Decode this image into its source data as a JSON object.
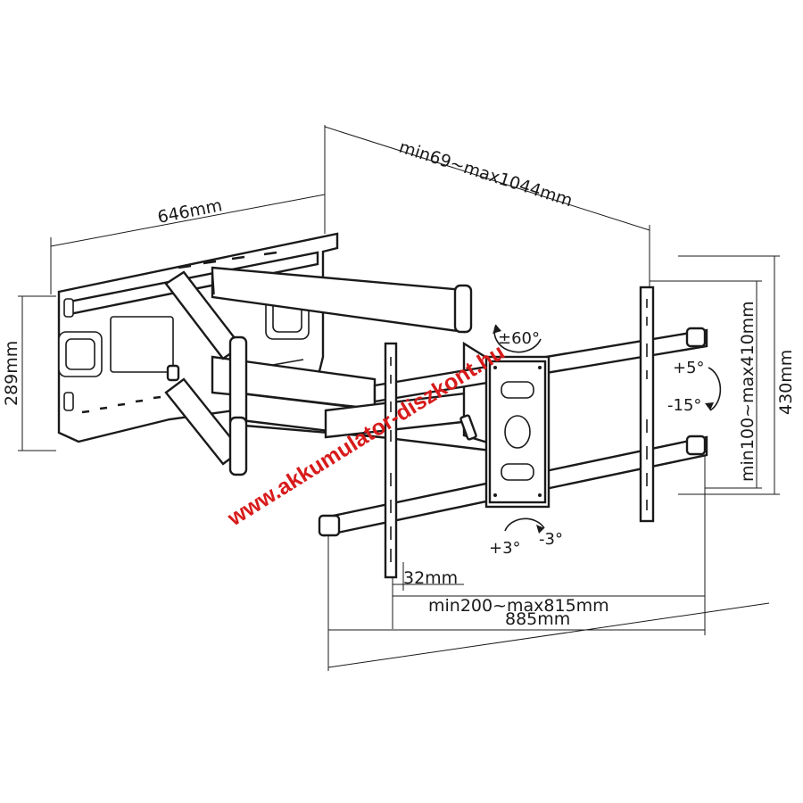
{
  "dimensions": {
    "wall_plate_width": "646mm",
    "wall_plate_height": "289mm",
    "extension": "min69~max1044mm",
    "vertical_rail_span": "min100~max410mm",
    "total_height": "430mm",
    "rail_offset": "32mm",
    "horizontal_rail_span": "min200~max815mm",
    "total_width": "885mm"
  },
  "angles": {
    "swivel": "±60°",
    "tilt_up": "+5°",
    "tilt_down": "-15°",
    "rotate_cw": "+3°",
    "rotate_ccw": "-3°"
  },
  "watermark": "www.akkumulator-diszkont.hu",
  "colors": {
    "line": "#1a1a1a",
    "watermark": "#d81b1b",
    "background": "#ffffff"
  }
}
